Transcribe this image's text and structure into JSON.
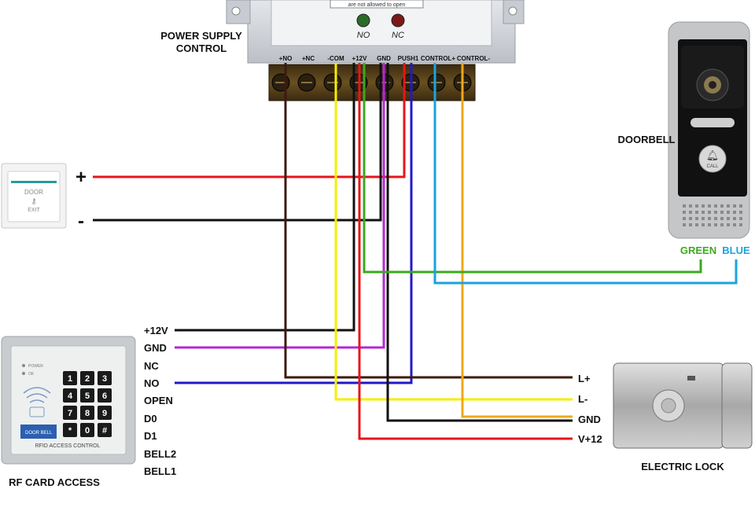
{
  "power_supply": {
    "title_line1": "POWER SUPPLY",
    "title_line2": "CONTROL",
    "notice": "are not allowed to open",
    "led_no": "NO",
    "led_nc": "NC",
    "terminals": [
      "+NO",
      "+NC",
      "-COM",
      "+12V",
      "GND",
      "PUSH1",
      "CONTROL+",
      "CONTROL-"
    ]
  },
  "exit_button": {
    "text_line1": "DOOR",
    "text_line2": "EXIT",
    "plus": "+",
    "minus": "-"
  },
  "doorbell": {
    "label": "DOORBELL",
    "call": "CALL",
    "green_label": "GREEN",
    "blue_label": "BLUE",
    "colors": {
      "green": "#3aaa1e",
      "blue": "#1aa3e0"
    }
  },
  "rf_card": {
    "label": "RF CARD ACCESS",
    "panel_text": "RFID ACCESS CONTROL",
    "power": "POWER",
    "ok": "OK",
    "door_bell": "DOOR BELL",
    "keys": [
      "1",
      "2",
      "3",
      "4",
      "5",
      "6",
      "7",
      "8",
      "9",
      "*",
      "0",
      "#"
    ],
    "pins": [
      "+12V",
      "GND",
      "NC",
      "NO",
      "OPEN",
      "D0",
      "D1",
      "BELL2",
      "BELL1"
    ]
  },
  "electric_lock": {
    "label": "ELECTRIC LOCK",
    "pins": [
      "L+",
      "L-",
      "GND",
      "V+12"
    ]
  },
  "wire_colors": {
    "red": "#e8141c",
    "black": "#111111",
    "brown": "#3d1a10",
    "yellow": "#f6ee00",
    "violet": "#b427d6",
    "blue": "#2218c8",
    "orange": "#f0a818",
    "green": "#3aaa1e",
    "cyan": "#1aa3e0"
  }
}
